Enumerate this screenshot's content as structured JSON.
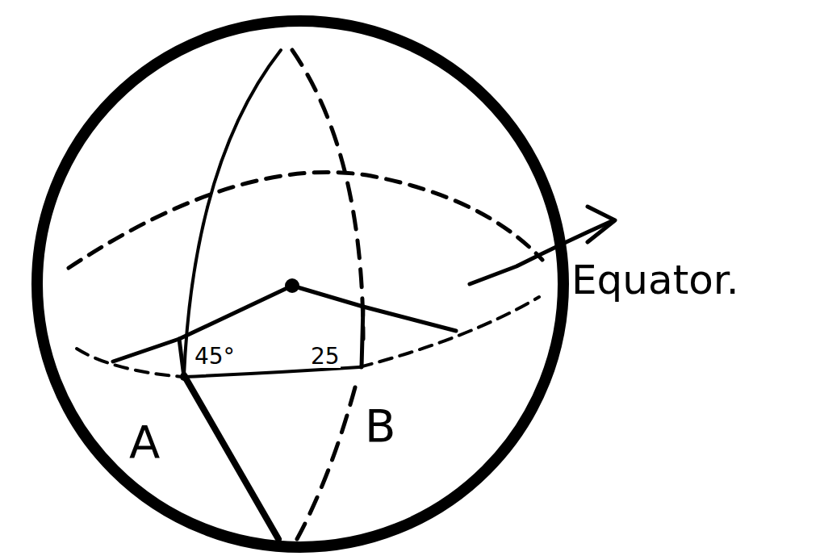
{
  "diagram": {
    "labels": [
      "45°",
      "25",
      "A",
      "B",
      "Equator."
    ]
  }
}
